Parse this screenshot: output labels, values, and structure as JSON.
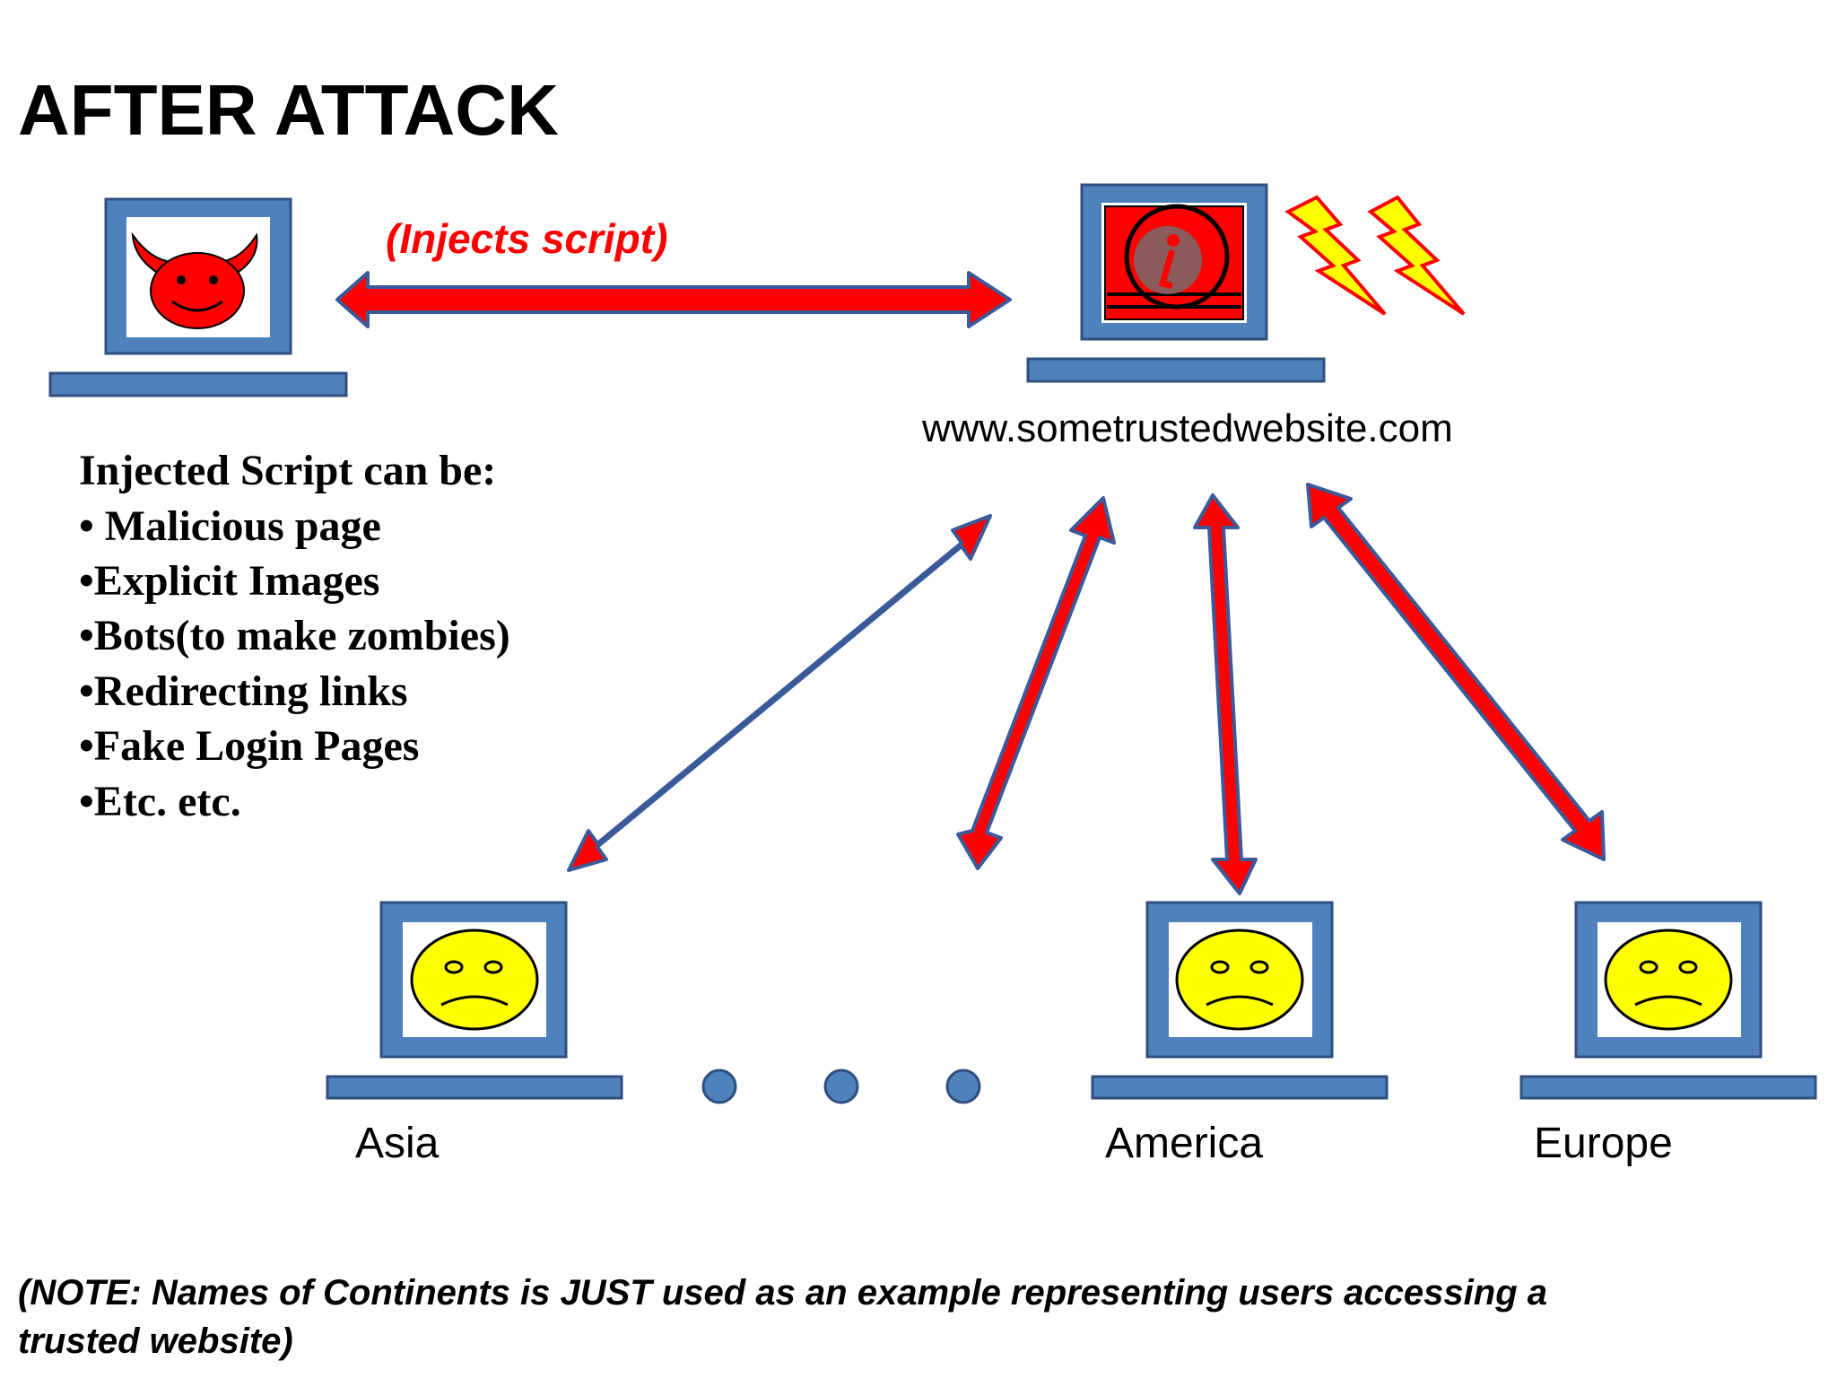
{
  "title": "AFTER ATTACK",
  "attack_label": "(Injects script)",
  "site_url": "www.sometrustedwebsite.com",
  "injected_list": {
    "heading": "Injected Script can be:",
    "items": [
      "• Malicious page",
      "•Explicit Images",
      "•Bots(to make zombies)",
      "•Redirecting links",
      "•Fake Login Pages",
      "•Etc. etc."
    ]
  },
  "users": [
    {
      "region": "Asia"
    },
    {
      "region": "America"
    },
    {
      "region": "Europe"
    }
  ],
  "note": {
    "line1": "(NOTE: Names of Continents is JUST used as an example representing users accessing a",
    "line2": "trusted website)"
  },
  "colors": {
    "computer_frame": "#4f81bd",
    "computer_border": "#2f4f7f",
    "arrow_fill": "#ff0000",
    "arrow_stroke": "#3a5a9a",
    "lightning_fill": "#ffff00",
    "face_fill": "#ffff00",
    "devil_fill": "#ff0000"
  },
  "icons": {
    "attacker": "devil-face-icon",
    "server": "info-icon",
    "users": "sad-face-icon",
    "alert": "lightning-bolt-icon"
  }
}
